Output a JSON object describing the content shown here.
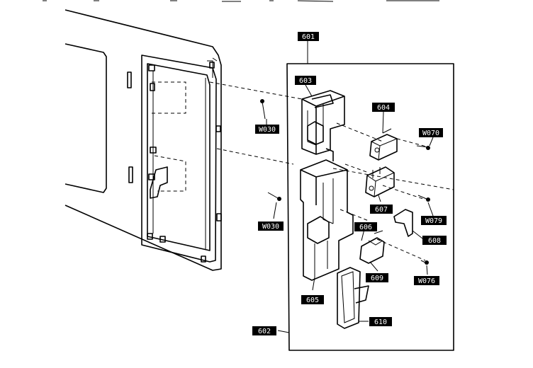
{
  "diagram": {
    "labels": {
      "p601": "601",
      "p602": "602",
      "p603": "603",
      "p604": "604",
      "p605": "605",
      "p606": "606",
      "p607": "607",
      "p608": "608",
      "p609": "609",
      "p610": "610",
      "w030a": "W030",
      "w030b": "W030",
      "w070": "W070",
      "w079": "W079",
      "w076": "W076"
    }
  }
}
